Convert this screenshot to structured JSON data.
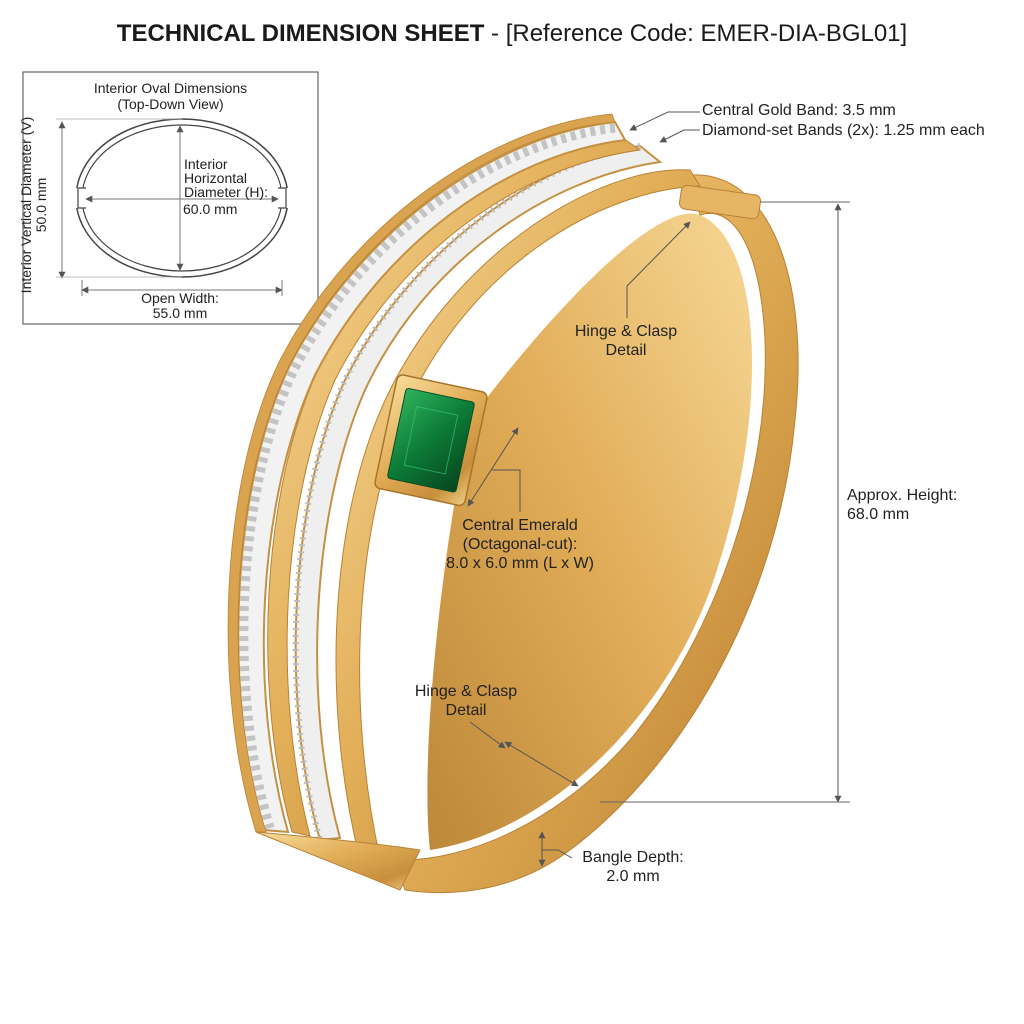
{
  "header": {
    "title_bold": "TECHNICAL DIMENSION SHEET",
    "title_rest": " - [Reference Code: EMER-DIA-BGL01]"
  },
  "inset": {
    "title_line1": "Interior Oval Dimensions",
    "title_line2": "(Top-Down View)",
    "vertical_label": "Interior Vertical Diameter (V)",
    "vertical_value": "50.0 mm",
    "horizontal_line1": "Interior",
    "horizontal_line2": "Horizontal",
    "horizontal_line3": "Diameter (H):",
    "horizontal_value": "60.0 mm",
    "open_width_label": "Open Width:",
    "open_width_value": "55.0 mm"
  },
  "callouts": {
    "central_gold_band": "Central Gold Band: 3.5 mm",
    "diamond_bands": "Diamond-set Bands (2x): 1.25 mm each",
    "hinge_top_line1": "Hinge & Clasp",
    "hinge_top_line2": "Detail",
    "emerald_line1": "Central Emerald",
    "emerald_line2": "(Octagonal-cut):",
    "emerald_line3": "8.0 x 6.0 mm (L x W)",
    "height_label": "Approx. Height:",
    "height_value": "68.0 mm",
    "hinge_bottom_line1": "Hinge & Clasp",
    "hinge_bottom_line2": "Detail",
    "depth_label": "Bangle Depth:",
    "depth_value": "2.0 mm"
  },
  "colors": {
    "gold": "#e0ab55",
    "gold_light": "#f6d89a",
    "gold_dark": "#b7802f",
    "emerald": "#0f7a3a",
    "diamond": "#f2f2f2",
    "line": "#555555"
  }
}
